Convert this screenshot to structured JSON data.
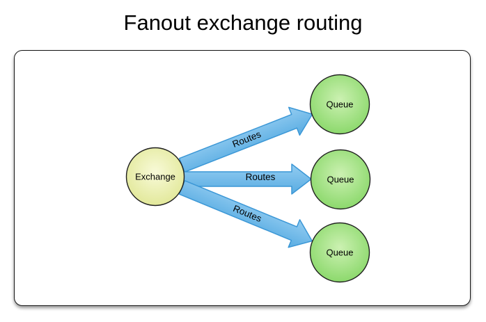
{
  "title": "Fanout exchange routing",
  "diagram": {
    "nodes": {
      "exchange": {
        "label": "Exchange"
      },
      "queue_top": {
        "label": "Queue"
      },
      "queue_middle": {
        "label": "Queue"
      },
      "queue_bottom": {
        "label": "Queue"
      }
    },
    "edges": [
      {
        "label": "Routes"
      },
      {
        "label": "Routes"
      },
      {
        "label": "Routes"
      }
    ],
    "colors": {
      "exchange_fill_center": "#f8fad8",
      "exchange_fill_edge": "#dde48c",
      "queue_fill_center": "#ccf1b2",
      "queue_fill_edge": "#7dd35c",
      "arrow_fill_top": "#93ccf1",
      "arrow_fill_bottom": "#58ace2",
      "arrow_border": "#3b97d6",
      "node_border": "#1f1f1f"
    }
  }
}
